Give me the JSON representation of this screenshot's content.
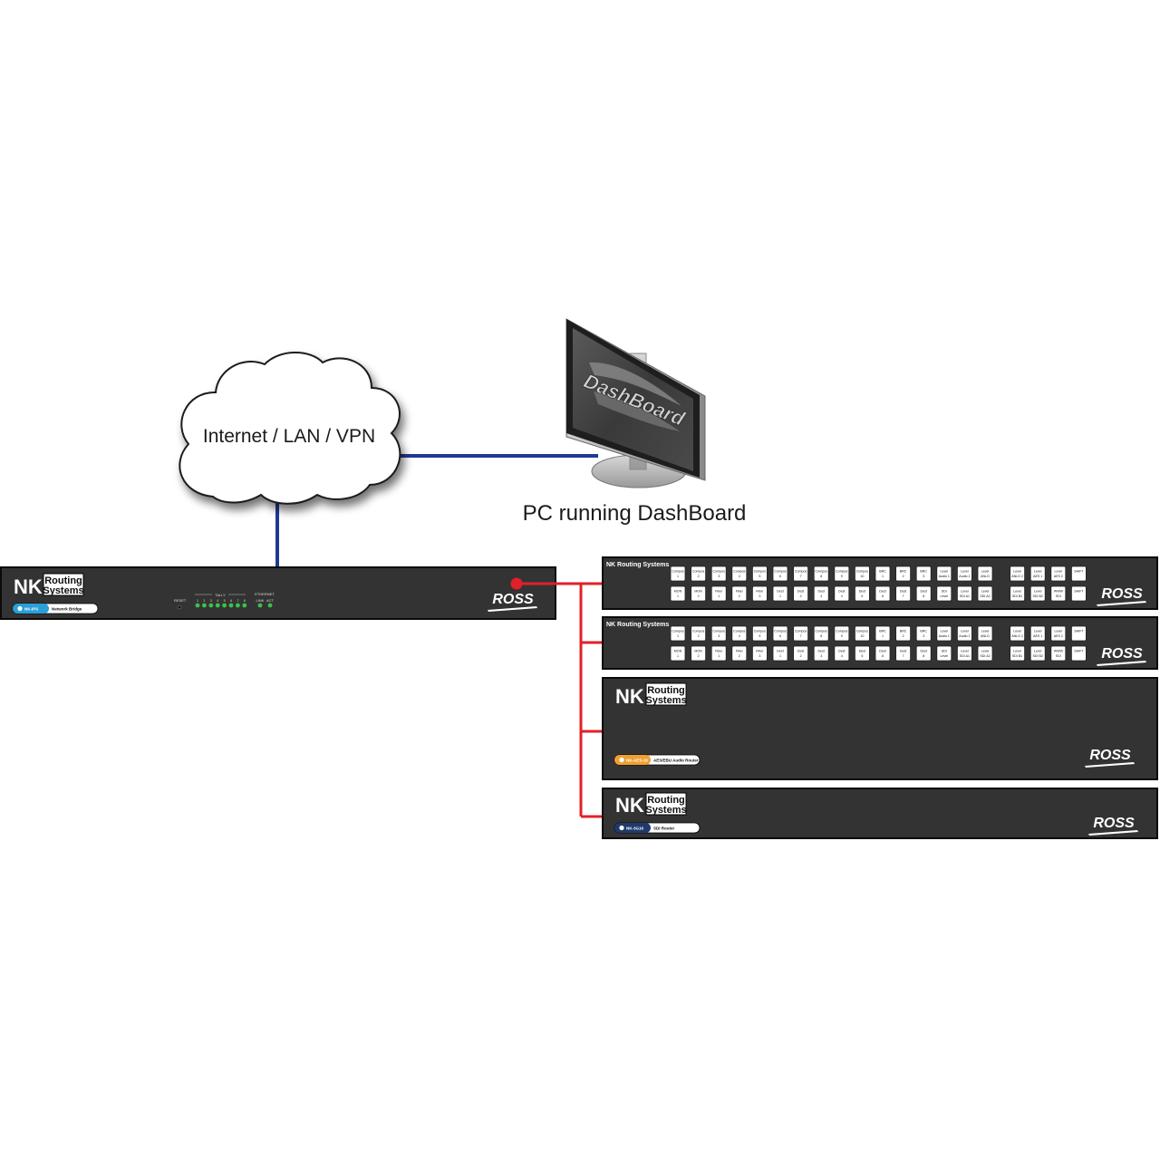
{
  "cloud": {
    "label": "Internet / LAN / VPN"
  },
  "monitor": {
    "label": "PC running DashBoard",
    "screen_logo": "DashBoard"
  },
  "bridge": {
    "logo_nk": "NK",
    "logo_routing": "Routing",
    "logo_systems": "Systems",
    "model": "NK-IPS",
    "description": "Network Bridge",
    "reset_label": "RESET",
    "tally_label": "TALLY",
    "tally_numbers": [
      "1",
      "2",
      "3",
      "4",
      "5",
      "6",
      "7",
      "8"
    ],
    "ethernet_label": "ETHERNET",
    "link_label": "LINK",
    "act_label": "ACT",
    "brand": "ROSS"
  },
  "panels": [
    {
      "header": "NK Routing Systems",
      "brand": "ROSS",
      "row1": [
        [
          "Compos",
          "1"
        ],
        [
          "Compos",
          "2"
        ],
        [
          "Compos",
          "3"
        ],
        [
          "Compos",
          "4"
        ],
        [
          "Compos",
          "5"
        ],
        [
          "Compos",
          "6"
        ],
        [
          "Compos",
          "7"
        ],
        [
          "Compos",
          "8"
        ],
        [
          "Compos",
          "9"
        ],
        [
          "Compos",
          "10"
        ],
        [
          "BRC",
          "1"
        ],
        [
          "BRC",
          "2"
        ],
        [
          "BRC",
          "3"
        ],
        [
          "Level",
          "Audio 1"
        ],
        [
          "Level",
          "Audio 2"
        ],
        [
          "Level",
          "ANLG"
        ],
        [
          "Level",
          "ANLG 2"
        ],
        [
          "Level",
          "AES 1"
        ],
        [
          "Level",
          "AES 2"
        ],
        [
          "SHIFT",
          ""
        ]
      ],
      "row2": [
        [
          "MON",
          "1"
        ],
        [
          "MON",
          "2"
        ],
        [
          "Fiber",
          "1"
        ],
        [
          "Fiber",
          "2"
        ],
        [
          "Fiber",
          "3"
        ],
        [
          "Dest",
          "1"
        ],
        [
          "Dest",
          "2"
        ],
        [
          "Dest",
          "3"
        ],
        [
          "Dest",
          "4"
        ],
        [
          "Dest",
          "5"
        ],
        [
          "Dest",
          "6"
        ],
        [
          "Dest",
          "7"
        ],
        [
          "Dest",
          "8"
        ],
        [
          "SDI",
          "Level"
        ],
        [
          "Level",
          "SDI A1"
        ],
        [
          "Level",
          "SDI A2"
        ],
        [
          "Level",
          "SDI B1"
        ],
        [
          "Level",
          "SDI B2"
        ],
        [
          "WWW",
          "SDI"
        ],
        [
          "SHIFT",
          ""
        ]
      ]
    },
    {
      "header": "NK Routing Systems",
      "brand": "ROSS",
      "row1": [
        [
          "Compos",
          "1"
        ],
        [
          "Compos",
          "2"
        ],
        [
          "Compos",
          "3"
        ],
        [
          "Compos",
          "4"
        ],
        [
          "Compos",
          "5"
        ],
        [
          "Compos",
          "6"
        ],
        [
          "Compos",
          "7"
        ],
        [
          "Compos",
          "8"
        ],
        [
          "Compos",
          "9"
        ],
        [
          "Compos",
          "10"
        ],
        [
          "BRC",
          "1"
        ],
        [
          "BRC",
          "2"
        ],
        [
          "BRC",
          "3"
        ],
        [
          "Level",
          "Audio 1"
        ],
        [
          "Level",
          "Audio 2"
        ],
        [
          "Level",
          "ANLG"
        ],
        [
          "Level",
          "ANLG 2"
        ],
        [
          "Level",
          "AES 1"
        ],
        [
          "Level",
          "AES 2"
        ],
        [
          "SHIFT",
          ""
        ]
      ],
      "row2": [
        [
          "MON",
          "1"
        ],
        [
          "MON",
          "2"
        ],
        [
          "Fiber",
          "1"
        ],
        [
          "Fiber",
          "2"
        ],
        [
          "Fiber",
          "3"
        ],
        [
          "Dest",
          "1"
        ],
        [
          "Dest",
          "2"
        ],
        [
          "Dest",
          "3"
        ],
        [
          "Dest",
          "4"
        ],
        [
          "Dest",
          "5"
        ],
        [
          "Dest",
          "6"
        ],
        [
          "Dest",
          "7"
        ],
        [
          "Dest",
          "8"
        ],
        [
          "SDI",
          "Level"
        ],
        [
          "Level",
          "SDI A1"
        ],
        [
          "Level",
          "SDI A2"
        ],
        [
          "Level",
          "SDI B1"
        ],
        [
          "Level",
          "SDI B2"
        ],
        [
          "WWW",
          "SDI"
        ],
        [
          "SHIFT",
          ""
        ]
      ]
    }
  ],
  "audio_router": {
    "logo_nk": "NK",
    "logo_routing": "Routing",
    "logo_systems": "Systems",
    "model": "NK-AES-16",
    "description": "AES/EBU Audio Router",
    "brand": "ROSS"
  },
  "sdi_router": {
    "logo_nk": "NK",
    "logo_routing": "Routing",
    "logo_systems": "Systems",
    "model": "NK-3G16",
    "description": "SDI Router",
    "brand": "ROSS"
  },
  "colors": {
    "network_link": "#1f3a93",
    "serial_link": "#e0202a",
    "device_body": "#333333",
    "model_badge_blue": "#2a9fd8",
    "model_badge_orange": "#f0a030",
    "model_badge_navy": "#1f3a6b",
    "led_green": "#39c24a"
  }
}
